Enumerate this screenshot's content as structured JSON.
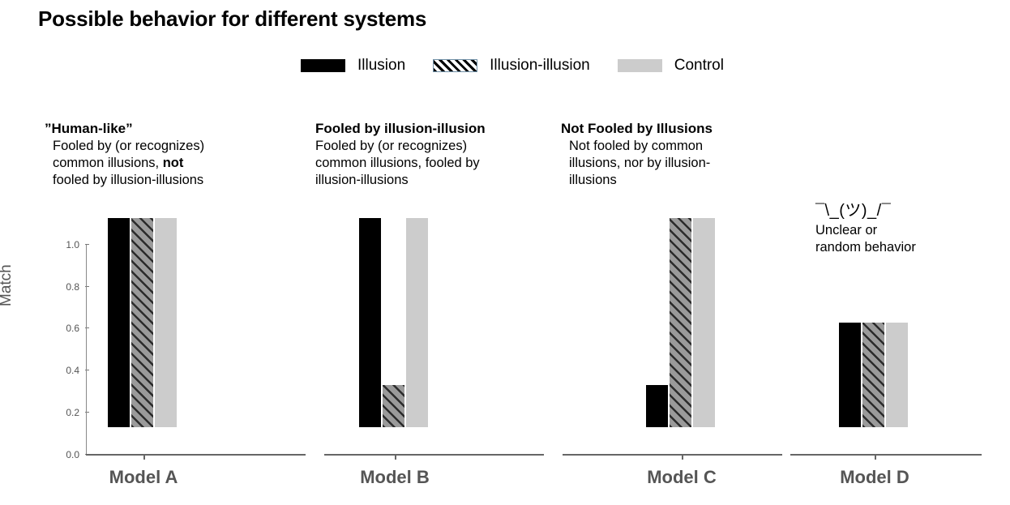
{
  "title": "Possible behavior for different systems",
  "legend": {
    "position": "top-center",
    "entries": [
      {
        "label": "Illusion",
        "swatch": "solid-black",
        "color": "#000000"
      },
      {
        "label": "Illusion-illusion",
        "swatch": "hatched",
        "color": "#9a9a9a"
      },
      {
        "label": "Control",
        "swatch": "solid-gray",
        "color": "#cccccc"
      }
    ]
  },
  "panels": [
    {
      "key": "a",
      "heading": "”Human-like”",
      "desc_line1": "Fooled by (or recognizes)",
      "desc_line2_pre": "common illusions, ",
      "desc_line2_bold": "not",
      "desc_line3": "fooled by illusion-illusions",
      "xlabel": "Model A"
    },
    {
      "key": "b",
      "heading": "Fooled by illusion-illusion",
      "desc_line1": "Fooled by (or recognizes)",
      "desc_line2_pre": "common illusions, fooled by",
      "desc_line2_bold": "",
      "desc_line3": "illusion-illusions",
      "xlabel": "Model B"
    },
    {
      "key": "c",
      "heading": "Not Fooled by Illusions",
      "desc_line1": "Not fooled by common",
      "desc_line2_pre": "illusions, nor by illusion-",
      "desc_line2_bold": "",
      "desc_line3": "illusions",
      "xlabel": "Model C"
    },
    {
      "key": "d",
      "heading": "¯\\_(ツ)_/¯",
      "desc_line1": "Unclear or",
      "desc_line2_pre": "random behavior",
      "desc_line2_bold": "",
      "desc_line3": "",
      "xlabel": "Model D"
    }
  ],
  "axis": {
    "ylabel": "Match",
    "yticks": [
      "0.0",
      "0.2",
      "0.4",
      "0.6",
      "0.8",
      "1.0"
    ]
  },
  "chart_data": {
    "type": "bar",
    "title": "Possible behavior for different systems",
    "xlabel": "",
    "ylabel": "Match",
    "ylim": [
      0.0,
      1.0
    ],
    "yticks": [
      0.0,
      0.2,
      0.4,
      0.6,
      0.8,
      1.0
    ],
    "grid": false,
    "legend_position": "top-center",
    "categories": [
      "Model A",
      "Model B",
      "Model C",
      "Model D"
    ],
    "series": [
      {
        "name": "Illusion",
        "values": [
          1.0,
          1.0,
          0.2,
          0.5
        ]
      },
      {
        "name": "Illusion-illusion",
        "values": [
          1.0,
          0.2,
          1.0,
          0.5
        ]
      },
      {
        "name": "Control",
        "values": [
          1.0,
          1.0,
          1.0,
          0.5
        ]
      }
    ],
    "annotations": [
      "”Human-like”: Fooled by (or recognizes) common illusions, not fooled by illusion-illusions",
      "Fooled by illusion-illusion: Fooled by (or recognizes) common illusions, fooled by illusion-illusions",
      "Not Fooled by Illusions: Not fooled by common illusions, nor by illusion-illusions",
      "¯\\_(ツ)_/¯ Unclear or random behavior"
    ]
  }
}
